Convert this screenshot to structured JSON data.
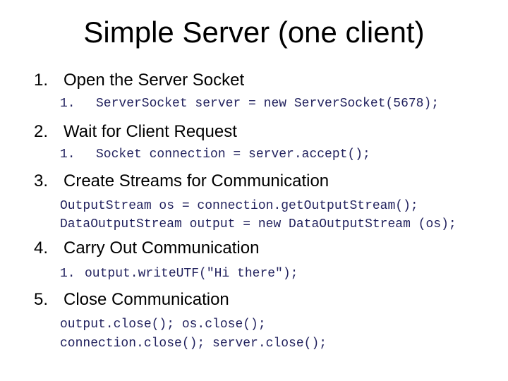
{
  "slide": {
    "title": "Simple Server (one client)",
    "colors": {
      "background": "#ffffff",
      "heading_text": "#000000",
      "code_text": "#22225e"
    },
    "items": [
      {
        "number": "1.",
        "heading": "Open the Server Socket",
        "code_lines": [
          {
            "marker": "1.",
            "text": "ServerSocket server = new ServerSocket(5678);"
          }
        ]
      },
      {
        "number": "2.",
        "heading": "Wait for Client Request",
        "code_lines": [
          {
            "marker": "1.",
            "text": "Socket connection = server.accept();"
          }
        ]
      },
      {
        "number": "3.",
        "heading": "Create Streams for Communication",
        "code_lines": [
          {
            "marker": "",
            "text": "OutputStream os = connection.getOutputStream();"
          },
          {
            "marker": "",
            "text": "DataOutputStream output = new DataOutputStream (os);"
          }
        ]
      },
      {
        "number": "4.",
        "heading": "Carry Out Communication",
        "code_lines": [
          {
            "marker": "1.",
            "text": "output.writeUTF(\"Hi there\");"
          }
        ]
      },
      {
        "number": "5.",
        "heading": "Close Communication",
        "code_lines": [
          {
            "marker": "",
            "text": "output.close(); os.close();"
          },
          {
            "marker": "",
            "text": "connection.close(); server.close();"
          }
        ]
      }
    ]
  }
}
